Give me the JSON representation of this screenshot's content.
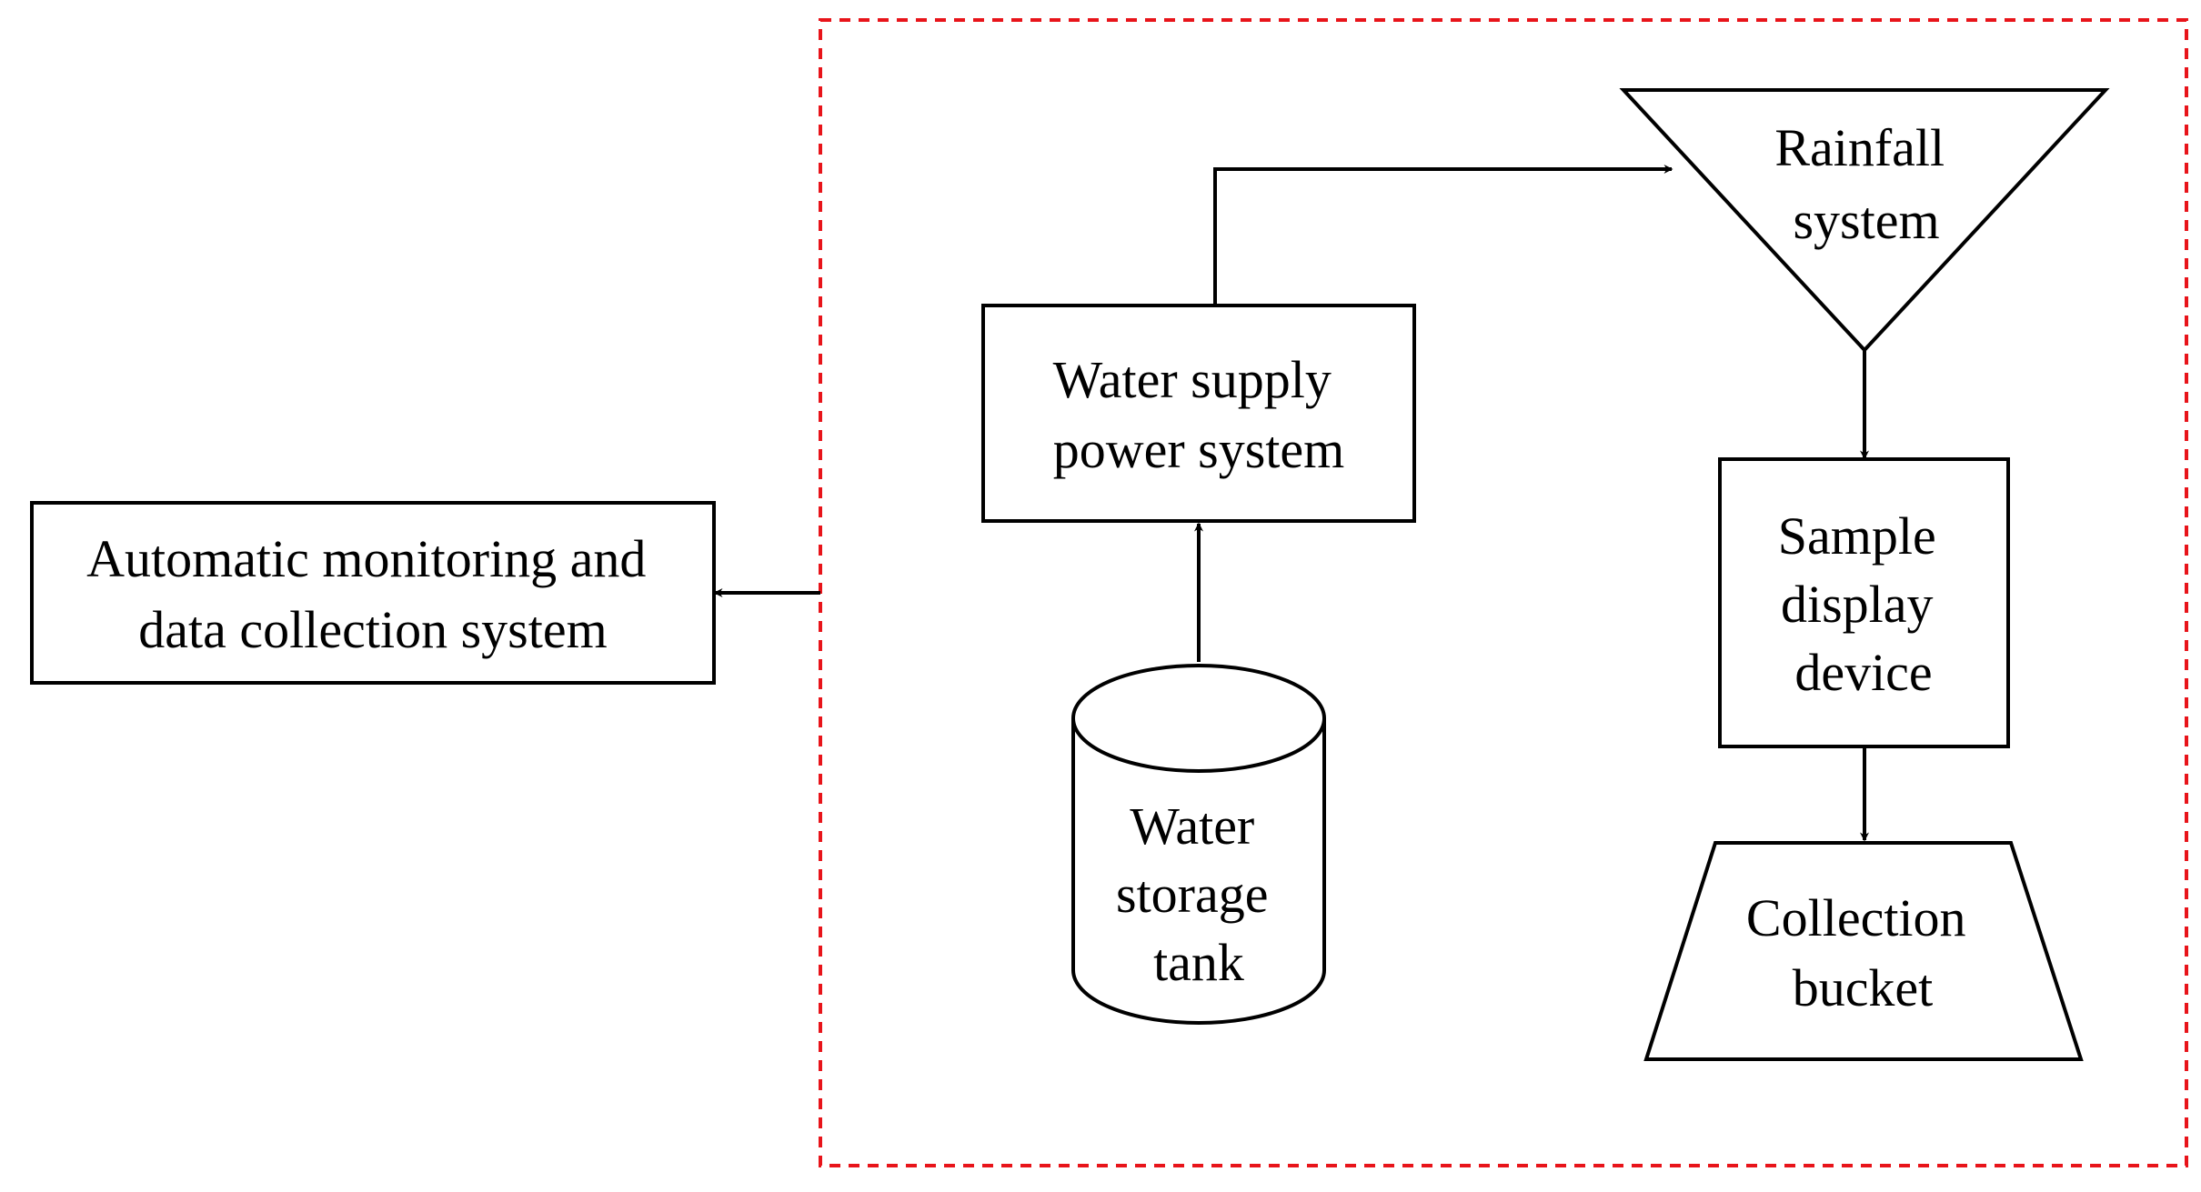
{
  "diagram": {
    "boundary_color": "#e8141a",
    "nodes": {
      "monitoring": {
        "lines": [
          "Automatic monitoring and",
          "data collection system"
        ],
        "shape": "rectangle"
      },
      "water_supply": {
        "lines": [
          "Water supply",
          "power system"
        ],
        "shape": "rectangle"
      },
      "rainfall": {
        "lines": [
          "Rainfall",
          "system"
        ],
        "shape": "inverted-triangle"
      },
      "storage_tank": {
        "lines": [
          "Water",
          "storage",
          "tank"
        ],
        "shape": "cylinder"
      },
      "sample_device": {
        "lines": [
          "Sample",
          "display",
          "device"
        ],
        "shape": "rectangle"
      },
      "collection_bucket": {
        "lines": [
          "Collection",
          "bucket"
        ],
        "shape": "trapezoid"
      }
    },
    "edges": [
      {
        "from": "boundary",
        "to": "monitoring"
      },
      {
        "from": "storage_tank",
        "to": "water_supply"
      },
      {
        "from": "water_supply",
        "to": "rainfall"
      },
      {
        "from": "rainfall",
        "to": "sample_device"
      },
      {
        "from": "sample_device",
        "to": "collection_bucket"
      }
    ]
  }
}
